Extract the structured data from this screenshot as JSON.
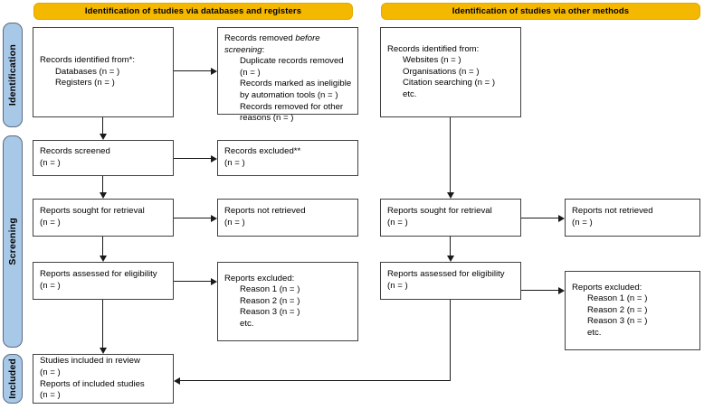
{
  "diagram": {
    "title": "PRISMA 2020 flow diagram",
    "colors": {
      "header_bar": "#f5b800",
      "phase_sidebar": "#a8c8e8",
      "box_border": "#404040",
      "connector": "#1a1a1a"
    }
  },
  "headers": [
    {
      "id": "databases",
      "label": "Identification of studies via databases and registers"
    },
    {
      "id": "other",
      "label": "Identification of studies via other methods"
    }
  ],
  "phases": [
    {
      "id": "identification",
      "label": "Identification"
    },
    {
      "id": "screening",
      "label": "Screening"
    },
    {
      "id": "included",
      "label": "Included"
    }
  ],
  "boxes": {
    "records_identified_db": {
      "lines": [
        {
          "text": "Records identified from*:",
          "indent": false
        },
        {
          "text": "Databases (n = )",
          "indent": true
        },
        {
          "text": "Registers (n = )",
          "indent": true
        }
      ]
    },
    "records_removed": {
      "lines": [
        {
          "text": "Records removed ",
          "indent": false,
          "italic_tail": "before"
        },
        {
          "text": "screening",
          "indent": false,
          "italic_head": true,
          "tail": ":"
        },
        {
          "text": "Duplicate records removed",
          "indent": true
        },
        {
          "text": "(n = )",
          "indent": true
        },
        {
          "text": "Records marked as ineligible",
          "indent": true
        },
        {
          "text": "by automation tools (n = )",
          "indent": true
        },
        {
          "text": "Records removed for other",
          "indent": true
        },
        {
          "text": "reasons (n = )",
          "indent": true
        }
      ]
    },
    "records_screened": {
      "lines": [
        {
          "text": "Records screened",
          "indent": false
        },
        {
          "text": "(n = )",
          "indent": false
        }
      ]
    },
    "records_excluded": {
      "lines": [
        {
          "text": "Records excluded**",
          "indent": false
        },
        {
          "text": "(n = )",
          "indent": false
        }
      ]
    },
    "reports_sought_db": {
      "lines": [
        {
          "text": "Reports sought for retrieval",
          "indent": false
        },
        {
          "text": "(n = )",
          "indent": false
        }
      ]
    },
    "reports_not_retrieved_db": {
      "lines": [
        {
          "text": "Reports not retrieved",
          "indent": false
        },
        {
          "text": "(n = )",
          "indent": false
        }
      ]
    },
    "reports_assessed_db": {
      "lines": [
        {
          "text": "Reports assessed for eligibility",
          "indent": false
        },
        {
          "text": "(n = )",
          "indent": false
        }
      ]
    },
    "reports_excluded_db": {
      "lines": [
        {
          "text": "Reports excluded:",
          "indent": false
        },
        {
          "text": "Reason 1 (n = )",
          "indent": true
        },
        {
          "text": "Reason 2 (n = )",
          "indent": true
        },
        {
          "text": "Reason 3 (n = )",
          "indent": true
        },
        {
          "text": "etc.",
          "indent": true
        }
      ]
    },
    "studies_included": {
      "lines": [
        {
          "text": "Studies included in review",
          "indent": false
        },
        {
          "text": "(n = )",
          "indent": false
        },
        {
          "text": "Reports of included studies",
          "indent": false
        },
        {
          "text": "(n = )",
          "indent": false
        }
      ]
    },
    "records_identified_other": {
      "lines": [
        {
          "text": "Records identified from:",
          "indent": false
        },
        {
          "text": "Websites (n = )",
          "indent": true
        },
        {
          "text": "Organisations (n = )",
          "indent": true
        },
        {
          "text": "Citation searching (n = )",
          "indent": true
        },
        {
          "text": "etc.",
          "indent": true
        }
      ]
    },
    "reports_sought_other": {
      "lines": [
        {
          "text": "Reports sought for retrieval",
          "indent": false
        },
        {
          "text": "(n = )",
          "indent": false
        }
      ]
    },
    "reports_not_retrieved_other": {
      "lines": [
        {
          "text": "Reports not retrieved",
          "indent": false
        },
        {
          "text": "(n = )",
          "indent": false
        }
      ]
    },
    "reports_assessed_other": {
      "lines": [
        {
          "text": "Reports assessed for eligibility",
          "indent": false
        },
        {
          "text": "(n = )",
          "indent": false
        }
      ]
    },
    "reports_excluded_other": {
      "lines": [
        {
          "text": "Reports excluded:",
          "indent": false
        },
        {
          "text": "Reason 1 (n = )",
          "indent": true
        },
        {
          "text": "Reason 2 (n = )",
          "indent": true
        },
        {
          "text": "Reason 3 (n = )",
          "indent": true
        },
        {
          "text": "etc.",
          "indent": true
        }
      ]
    }
  }
}
